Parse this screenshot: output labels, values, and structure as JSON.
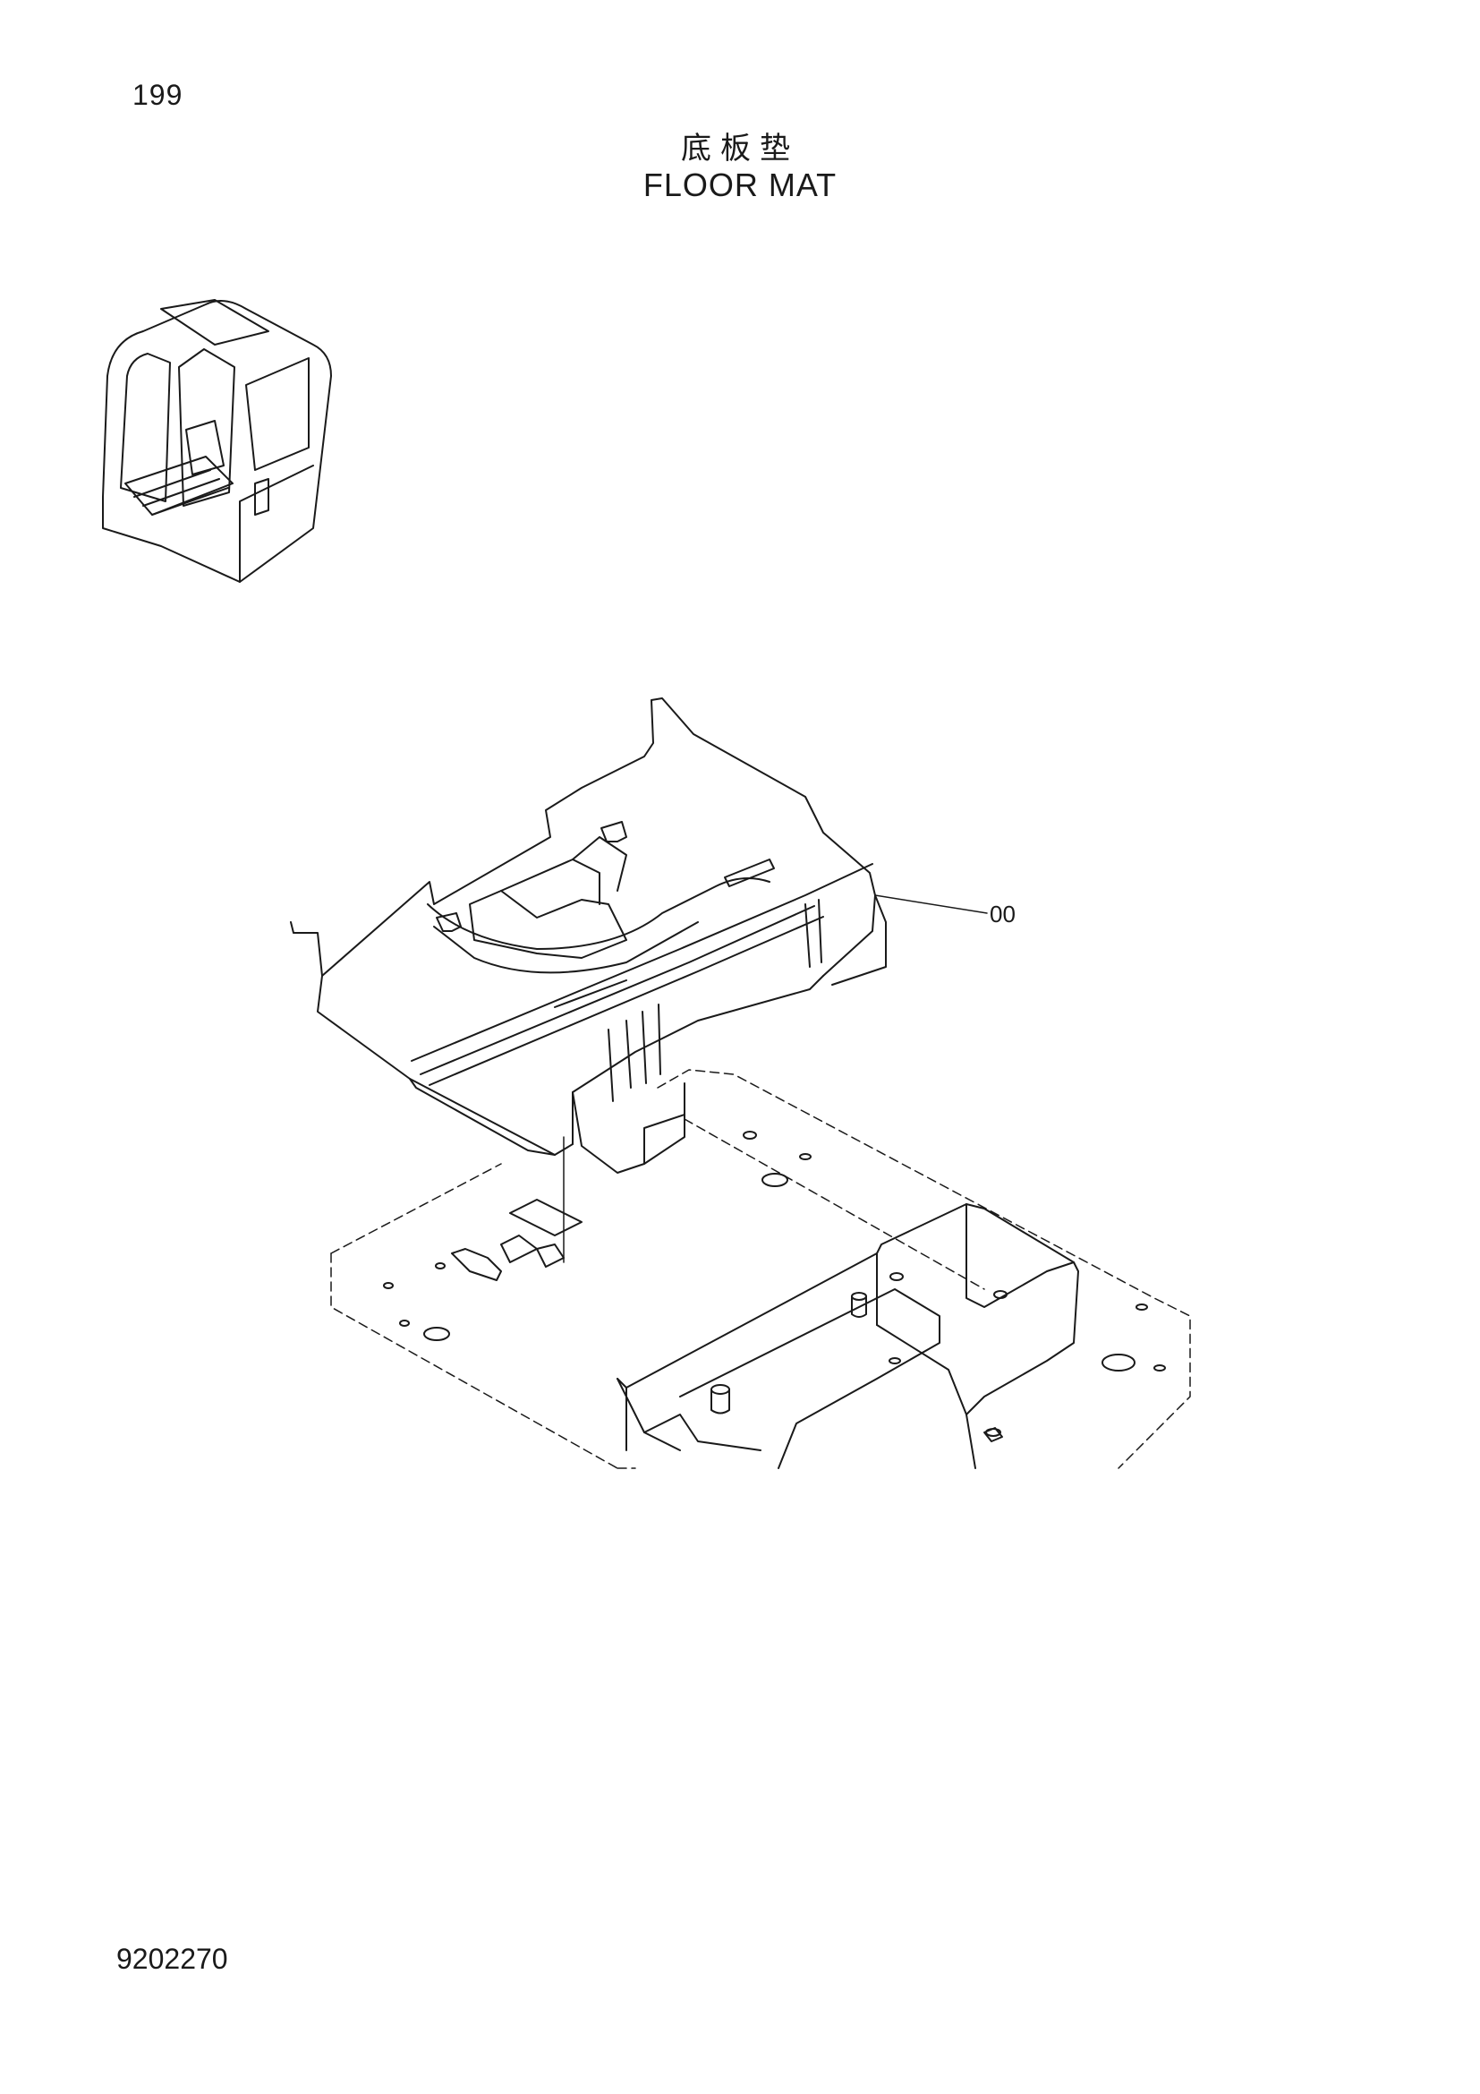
{
  "header": {
    "page_number": "199",
    "title_cn": "底板垫",
    "title_en": "FLOOR MAT"
  },
  "diagram": {
    "callouts": [
      {
        "label": "00",
        "target": "floor-mat"
      }
    ]
  },
  "footer": {
    "document_number": "9202270"
  }
}
